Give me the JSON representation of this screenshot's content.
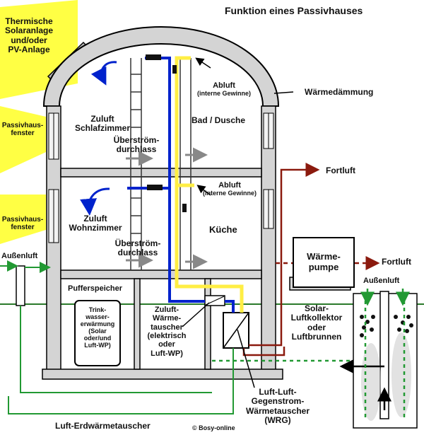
{
  "title": "Funktion eines Passivhauses",
  "labels": {
    "solar": [
      "Thermische",
      "Solaranlage",
      "und/oder",
      "PV-Anlage"
    ],
    "passivfenster_top": [
      "Passivhaus-",
      "fenster"
    ],
    "passivfenster_mid": [
      "Passivhaus-",
      "fenster"
    ],
    "aussenluft_left": "Außenluft",
    "abluft_top": "Abluft",
    "abluft_top_sub": "(interne Gewinne)",
    "waermedaemmung": "Wärmedämmung",
    "zuluft_schlaf": [
      "Zuluft",
      "Schlafzimmer"
    ],
    "bad": "Bad / Dusche",
    "ueberstroem_top": [
      "Überström-",
      "durchlass"
    ],
    "fortluft_top": "Fortluft",
    "abluft_mid": "Abluft",
    "abluft_mid_sub": "(interne Gewinne)",
    "zuluft_wohn": [
      "Zuluft",
      "Wohnzimmer"
    ],
    "kueche": "Küche",
    "ueberstroem_mid": [
      "Überström-",
      "durchlass"
    ],
    "waermepumpe": [
      "Wärme-",
      "pumpe"
    ],
    "fortluft_right": "Fortluft",
    "aussenluft_right": "Außenluft",
    "pufferspeicher": "Pufferspeicher",
    "trinkwasser": [
      "Trink-",
      "wasser-",
      "erwärmung",
      "(Solar",
      "oder/und",
      "Luft-WP)"
    ],
    "zuluft_waermetauscher": [
      "Zuluft-",
      "Wärme-",
      "tauscher",
      "(elektrisch",
      "oder",
      "Luft-WP)"
    ],
    "solar_luftkollektor": [
      "Solar-",
      "Luftkollektor",
      "oder",
      "Luftbrunnen"
    ],
    "wrg": [
      "Luft-Luft-",
      "Gegenstrom-",
      "Wärmetauscher",
      "(WRG)"
    ],
    "erdwaermetauscher": "Luft-Erdwärmetauscher",
    "copyright": "© Bosy-online"
  },
  "colors": {
    "sun": "#ffff33",
    "wall": "#d9d9d9",
    "wall_stroke": "#000000",
    "supply_air": "#0022cc",
    "extract_air": "#ffee44",
    "exhaust_air": "#8b1a0e",
    "ground_pipe": "#229933",
    "arrow_gray": "#888888"
  }
}
